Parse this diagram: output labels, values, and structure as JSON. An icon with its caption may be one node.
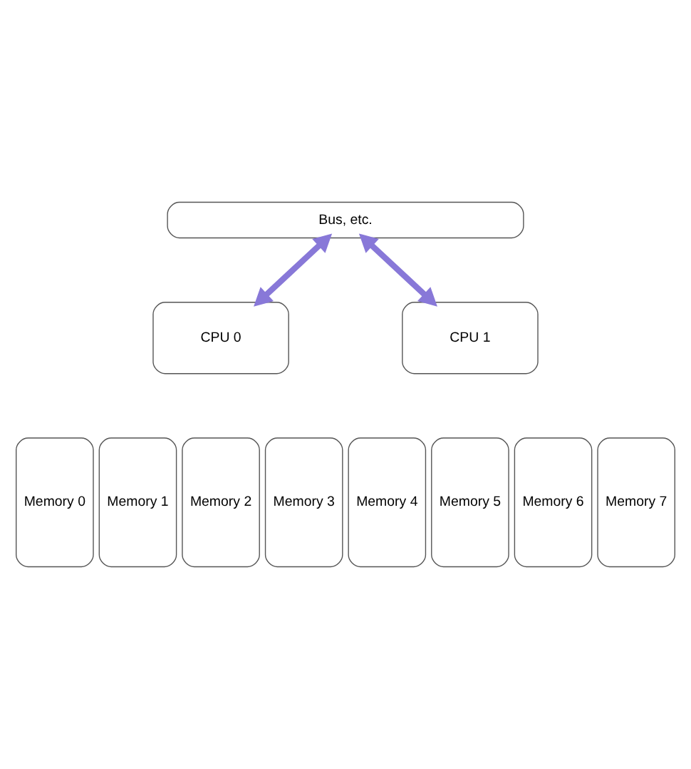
{
  "diagram": {
    "nodes": [
      {
        "text": [
          "Bus, etc."
        ]
      },
      {
        "text": [
          "CPU 0"
        ]
      },
      {
        "text": [
          "CPU 1"
        ]
      },
      {
        "text": [
          "Memory 0"
        ]
      },
      {
        "text": [
          "Memory 1"
        ]
      },
      {
        "text": [
          "Memory 2"
        ]
      },
      {
        "text": [
          "Memory 3"
        ]
      },
      {
        "text": [
          "Memory 4"
        ]
      },
      {
        "text": [
          "Memory 5"
        ]
      },
      {
        "text": [
          "Memory 6"
        ]
      },
      {
        "text": [
          "Memory 7"
        ]
      }
    ],
    "edges": [
      {
        "from": 0,
        "to": 1,
        "arrow": "both"
      },
      {
        "from": 0,
        "to": 2,
        "arrow": "both"
      }
    ]
  }
}
